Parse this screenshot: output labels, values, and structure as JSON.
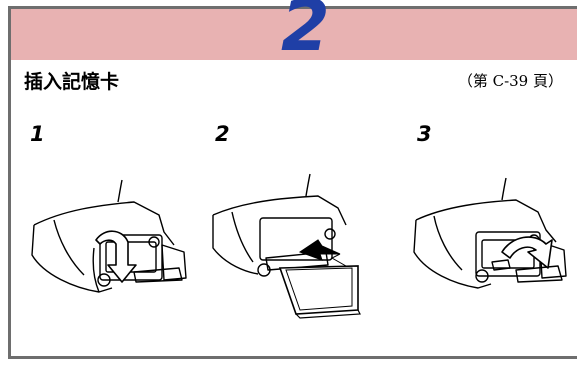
{
  "header": {
    "step_number": "2"
  },
  "section": {
    "title": "插入記憶卡",
    "page_ref": "（第 C-39 頁）"
  },
  "steps": [
    {
      "label": "1",
      "icon": "rotate-down-arrow-icon"
    },
    {
      "label": "2",
      "icon": "insert-card-arrow-icon"
    },
    {
      "label": "3",
      "icon": "rotate-up-arrow-icon"
    }
  ],
  "colors": {
    "header_band": "#e8b2b2",
    "step_number": "#1f3fa6",
    "frame": "#6e6e6e"
  }
}
